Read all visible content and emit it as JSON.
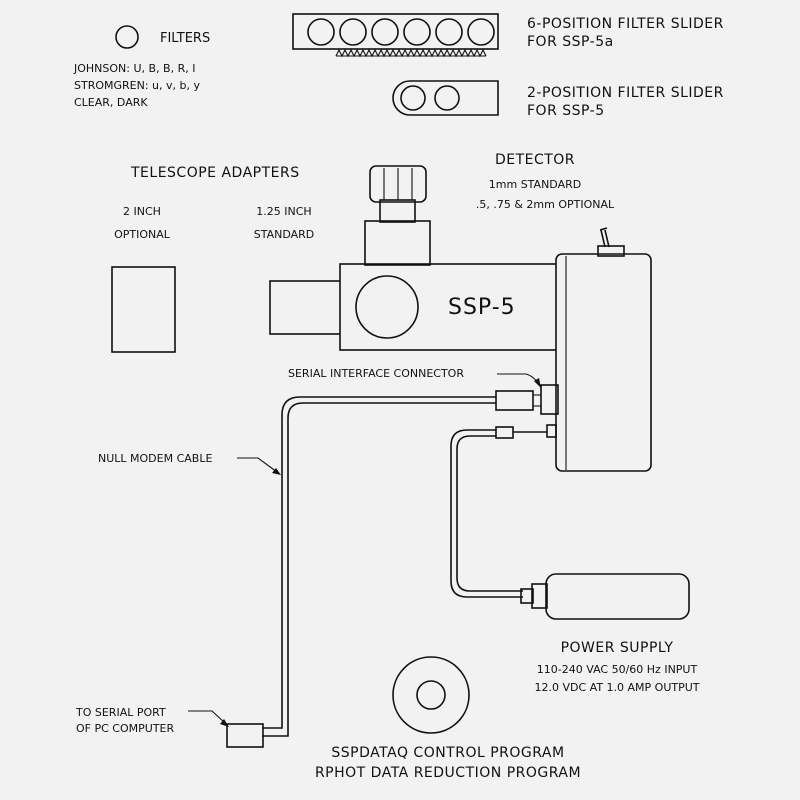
{
  "filters": {
    "title": "FILTERS",
    "johnson": "JOHNSON: U, B, B, R, I",
    "stromgren": "STROMGREN: u, v, b, y",
    "clear_dark": "CLEAR, DARK"
  },
  "slider6": {
    "line1": "6-POSITION FILTER SLIDER",
    "line2": "FOR SSP-5a"
  },
  "slider2": {
    "line1": "2-POSITION FILTER SLIDER",
    "line2": "FOR SSP-5"
  },
  "adapters": {
    "title": "TELESCOPE ADAPTERS",
    "two_inch": "2 INCH",
    "two_inch_note": "OPTIONAL",
    "one25_inch": "1.25 INCH",
    "one25_inch_note": "STANDARD"
  },
  "detector": {
    "title": "DETECTOR",
    "standard": "1mm STANDARD",
    "optional": ".5, .75 & 2mm   OPTIONAL"
  },
  "photometer_label": "SSP-5",
  "serial_connector": "SERIAL INTERFACE CONNECTOR",
  "null_modem": "NULL MODEM CABLE",
  "serial_port": {
    "line1": "TO SERIAL PORT",
    "line2": "OF PC COMPUTER"
  },
  "power": {
    "title": "POWER SUPPLY",
    "input": "110-240 VAC 50/60 Hz INPUT",
    "output": "12.0 VDC AT 1.0 AMP OUTPUT"
  },
  "software": {
    "line1": "SSPDATAQ CONTROL PROGRAM",
    "line2": "RPHOT DATA REDUCTION PROGRAM"
  }
}
